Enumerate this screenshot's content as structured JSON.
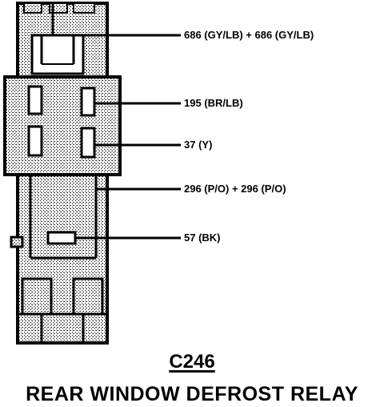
{
  "wires": [
    {
      "id": "w1",
      "label": "686 (GY/LB) + 686 (GY/LB)"
    },
    {
      "id": "w2",
      "label": "195 (BR/LB)"
    },
    {
      "id": "w3",
      "label": "37 (Y)"
    },
    {
      "id": "w4",
      "label": "296 (P/O) + 296 (P/O)"
    },
    {
      "id": "w5",
      "label": "57 (BK)"
    }
  ],
  "connector": "C246",
  "component": "REAR WINDOW DEFROST RELAY",
  "colors": {
    "ink": "#000000",
    "fill_gray": "#c8c8c8",
    "paper": "#ffffff"
  }
}
